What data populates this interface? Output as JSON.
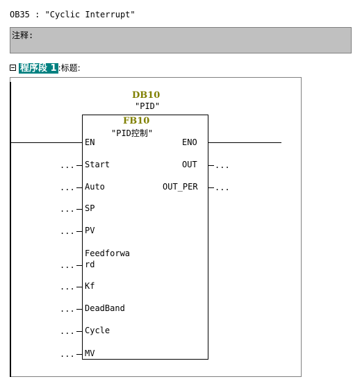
{
  "header": {
    "title": "OB35 :  \"Cyclic Interrupt\""
  },
  "comment": {
    "label": "注释:"
  },
  "network": {
    "label": "程序段 1",
    "title_label": ":标题:"
  },
  "block": {
    "db_number": "DB10",
    "db_name": "\"PID\"",
    "fb_number": "FB10",
    "fb_name": "\"PID控制\"",
    "inputs": [
      {
        "label": "EN",
        "connection": ""
      },
      {
        "label": "Start",
        "connection": "..."
      },
      {
        "label": "Auto",
        "connection": "..."
      },
      {
        "label": "SP",
        "connection": "..."
      },
      {
        "label": "PV",
        "connection": "..."
      },
      {
        "label_line1": "Feedforwa",
        "label_line2": "rd",
        "connection": "..."
      },
      {
        "label": "Kf",
        "connection": "..."
      },
      {
        "label": "DeadBand",
        "connection": "..."
      },
      {
        "label": "Cycle",
        "connection": "..."
      },
      {
        "label": "MV",
        "connection": "..."
      }
    ],
    "outputs": [
      {
        "label": "ENO",
        "connection": ""
      },
      {
        "label": "OUT",
        "connection": "..."
      },
      {
        "label": "OUT_PER",
        "connection": "..."
      }
    ]
  }
}
